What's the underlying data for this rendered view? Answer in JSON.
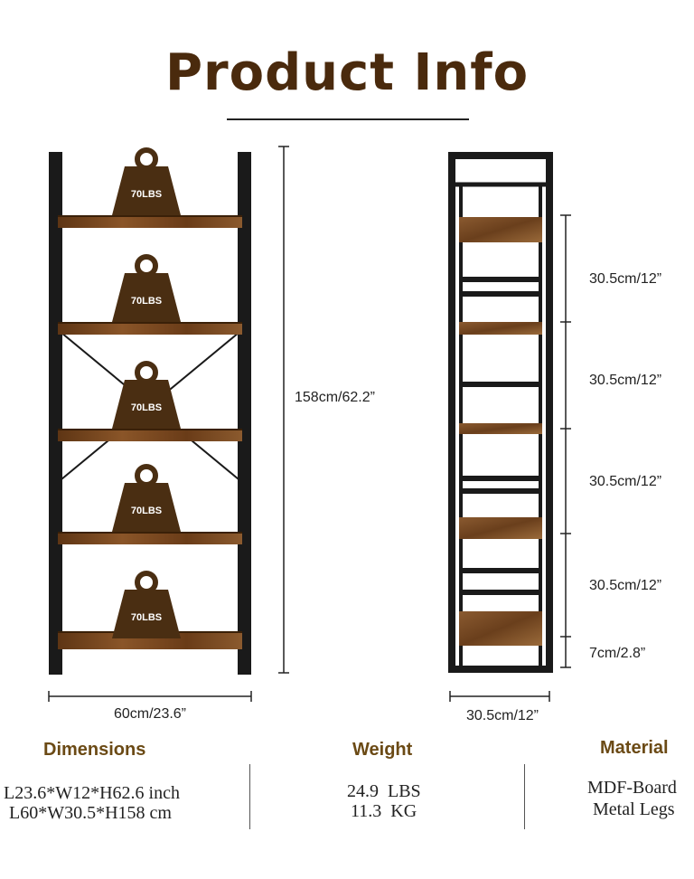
{
  "title": "Product Info",
  "front_view": {
    "weight_labels": [
      "70LBS",
      "70LBS",
      "70LBS",
      "70LBS",
      "70LBS"
    ],
    "height_label": "158cm/62.2”",
    "width_label": "60cm/23.6”"
  },
  "side_view": {
    "shelf_gaps": [
      "30.5cm/12”",
      "30.5cm/12”",
      "30.5cm/12”",
      "30.5cm/12”"
    ],
    "bottom_gap": "7cm/2.8”",
    "depth_label": "30.5cm/12”"
  },
  "specs": {
    "dimensions": {
      "heading": "Dimensions",
      "lines": [
        "L23.6*W12*H62.6 inch",
        "L60*W30.5*H158 cm"
      ]
    },
    "weight": {
      "heading": "Weight",
      "lines": [
        "24.9  LBS",
        "11.3  KG"
      ]
    },
    "material": {
      "heading": "Material",
      "lines": [
        "MDF-Board",
        "Metal Legs"
      ]
    }
  },
  "colors": {
    "title": "#4a2a0d",
    "heading": "#6b4a15",
    "wood": "#7a4a22",
    "frame": "#1a1a1a",
    "weight_icon": "#4a2e12"
  }
}
